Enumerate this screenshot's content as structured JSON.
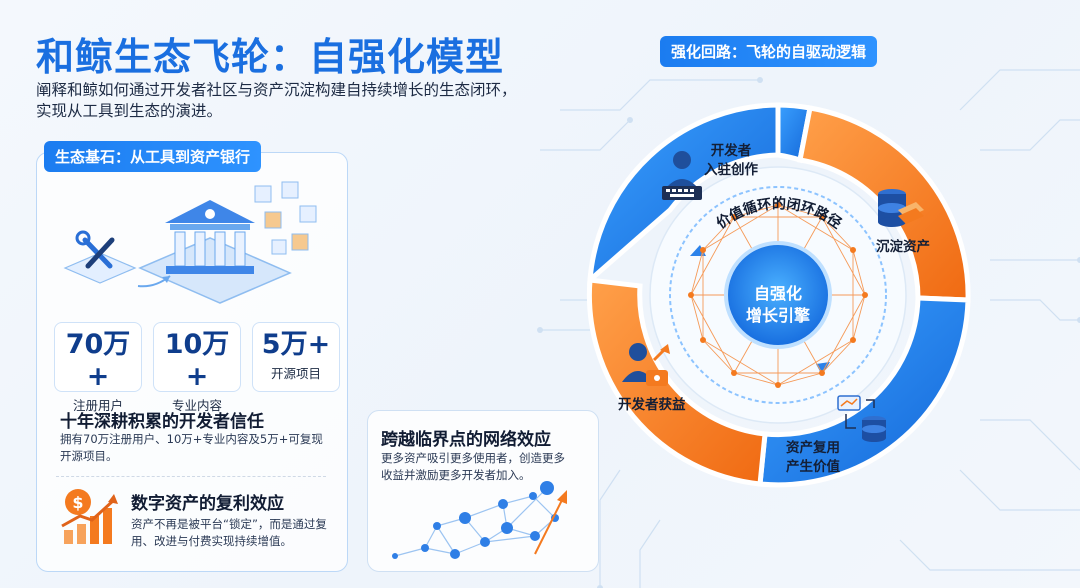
{
  "header": {
    "title": "和鲸生态飞轮：自强化模型",
    "subtitle_lines": [
      "阐释和鲸如何通过开发者社区与资产沉淀构建自持续增长的生态闭环，",
      "实现从工具到生态的演进。"
    ]
  },
  "foundation": {
    "pill": "生态基石：从工具到资产银行",
    "stats": [
      {
        "value": "70万+",
        "label": "注册用户"
      },
      {
        "value": "10万+",
        "label": "专业内容"
      },
      {
        "value": "5万+",
        "label": "开源项目"
      }
    ],
    "trust": {
      "title": "十年深耕积累的开发者信任",
      "body_lines": [
        "拥有70万注册用户、10万+专业内容及5万+可复现",
        "开源项目。"
      ]
    },
    "compound": {
      "title": "数字资产的复利效应",
      "body_lines": [
        "资产不再是被平台“锁定”，而是通过复",
        "用、改进与付费实现持续增值。"
      ]
    }
  },
  "network": {
    "title": "跨越临界点的网络效应",
    "body_lines": [
      "更多资产吸引更多使用者，创造更多",
      "收益并激励更多开发者加入。"
    ]
  },
  "flywheel": {
    "pill": "强化回路：飞轮的自驱动逻辑",
    "arc_label": "价值循环的闭环路径",
    "core_lines": [
      "自强化",
      "增长引擎"
    ],
    "steps": [
      {
        "lines": [
          "开发者",
          "入驻创作"
        ],
        "icon": "developer-laptop-icon"
      },
      {
        "lines": [
          "沉淀资产"
        ],
        "icon": "database-stack-icon"
      },
      {
        "lines": [
          "资产复用",
          "产生价值"
        ],
        "icon": "reuse-database-icon"
      },
      {
        "lines": [
          "开发者获益"
        ],
        "icon": "developer-reward-icon"
      }
    ]
  },
  "colors": {
    "blue": "#1a6fe0",
    "orange": "#f47a1f",
    "light_blue": "#3aa0ff"
  }
}
